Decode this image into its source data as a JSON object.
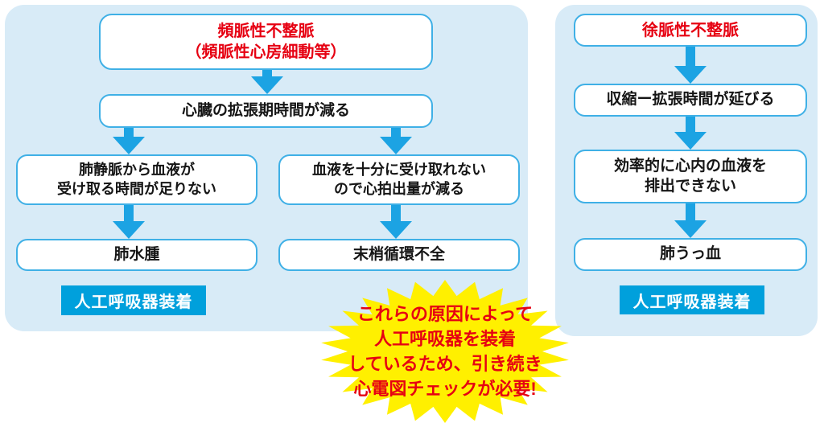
{
  "left_panel": {
    "cause": {
      "line1": "頻脈性不整脈",
      "line2": "（頻脈性心房細動等）"
    },
    "step1": "心臓の拡張期時間が減る",
    "branch_left": {
      "line1": "肺静脈から血液が",
      "line2": "受け取る時間が足りない"
    },
    "branch_right": {
      "line1": "血液を十分に受け取れない",
      "line2": "ので心拍出量が減る"
    },
    "outcome_left": "肺水腫",
    "outcome_right": "末梢循環不全",
    "badge": "人工呼吸器装着"
  },
  "right_panel": {
    "cause": "徐脈性不整脈",
    "step1": "収縮ー拡張時間が延びる",
    "step2": {
      "line1": "効率的に心内の血液を",
      "line2": "排出できない"
    },
    "outcome": "肺うっ血",
    "badge": "人工呼吸器装着"
  },
  "callout": {
    "line1": "これらの原因によって",
    "line2": "人工呼吸器を装着",
    "line3": "しているため、引き続き",
    "line4": "心電図チェックが必要!"
  },
  "colors": {
    "panel_bg": "#d8ebf7",
    "box_border": "#3fb0e6",
    "arrow": "#1ca3e3",
    "badge_bg": "#00a0dc",
    "red_text": "#e60012",
    "star_yellow": "#fff000"
  }
}
